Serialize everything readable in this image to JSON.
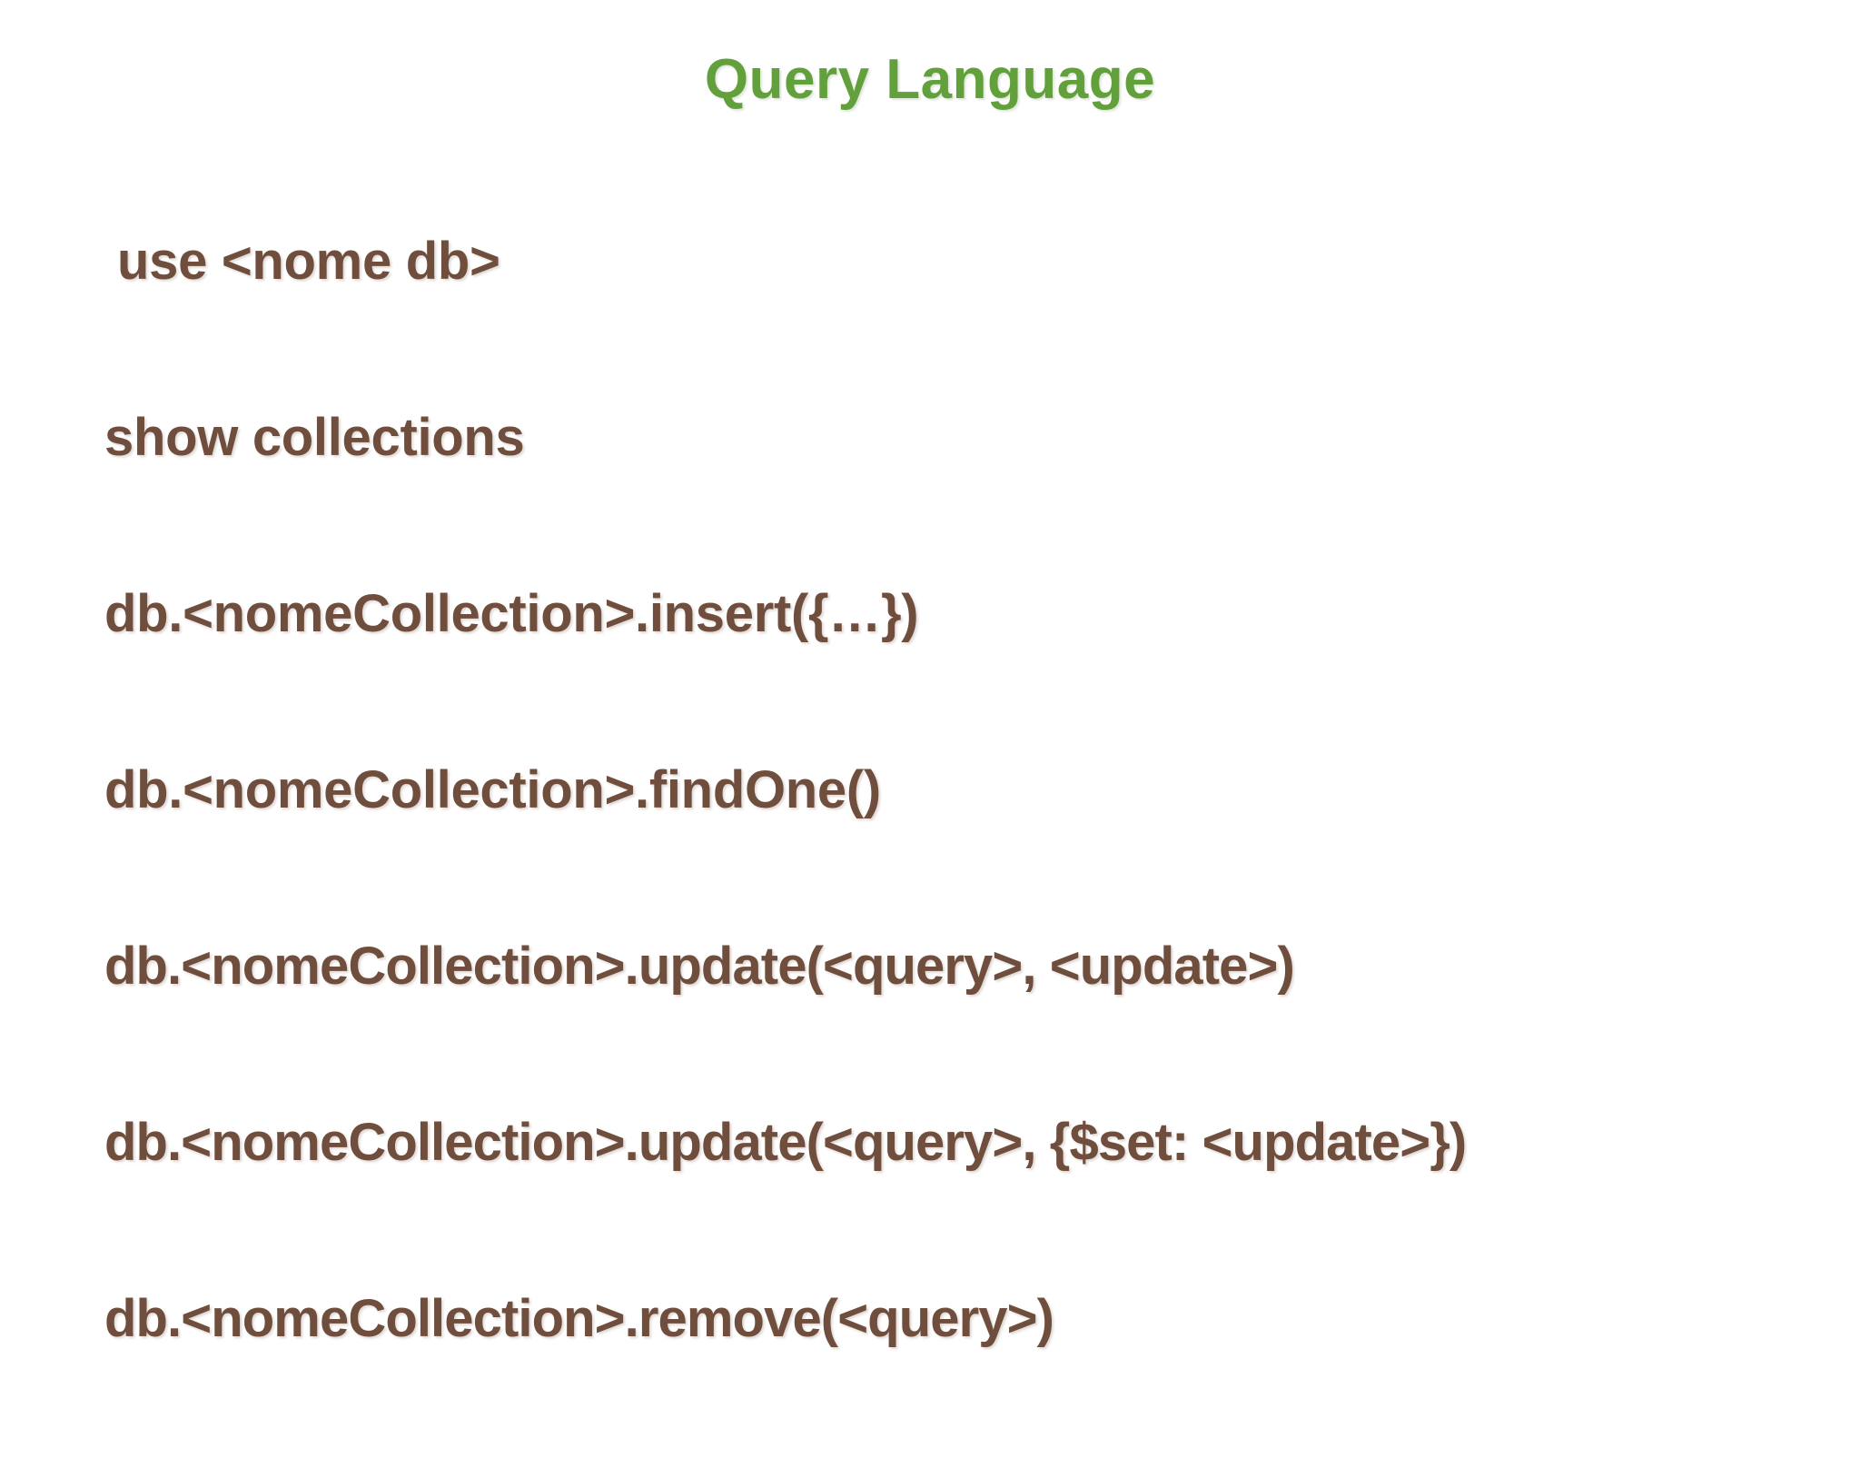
{
  "slide": {
    "background_color": "#ffffff",
    "title": "Query Language",
    "title_color": "#62A03C",
    "body_color": "#6F4E3D",
    "commands": [
      {
        "text": "use  <nome db>"
      },
      {
        "text": "show collections"
      },
      {
        "text": "db.<nomeCollection>.insert({…})"
      },
      {
        "text": "db.<nomeCollection>.findOne()"
      },
      {
        "text": "db.<nomeCollection>.update(<query>, <update>)"
      },
      {
        "text": "db.<nomeCollection>.update(<query>, {$set: <update>})"
      },
      {
        "text": "db.<nomeCollection>.remove(<query>)"
      }
    ]
  }
}
